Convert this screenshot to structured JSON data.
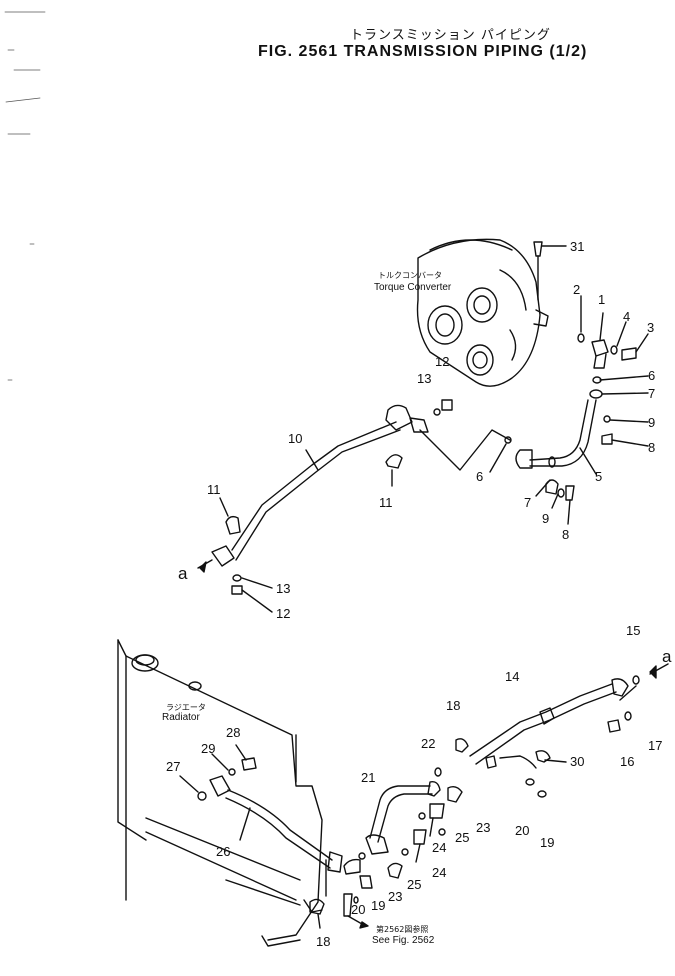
{
  "header": {
    "title_jp": "トランスミッション パイピング",
    "title": "FIG. 2561 TRANSMISSION PIPING (1/2)"
  },
  "annotations": {
    "torque_converter_jp": "トルクコンバータ",
    "torque_converter": "Torque Converter",
    "radiator_jp": "ラジエータ",
    "radiator": "Radiator",
    "see_fig_jp": "第2562図参照",
    "see_fig": "See Fig. 2562",
    "connector_a": "a"
  },
  "callouts": [
    "31",
    "2",
    "1",
    "4",
    "3",
    "6",
    "7",
    "9",
    "8",
    "12",
    "13",
    "10",
    "11",
    "6",
    "5",
    "7",
    "9",
    "8",
    "11",
    "13",
    "12",
    "15",
    "14",
    "18",
    "22",
    "21",
    "30",
    "17",
    "16",
    "28",
    "29",
    "27",
    "23",
    "25",
    "24",
    "20",
    "19",
    "26",
    "24",
    "25",
    "23",
    "20",
    "19",
    "18"
  ]
}
